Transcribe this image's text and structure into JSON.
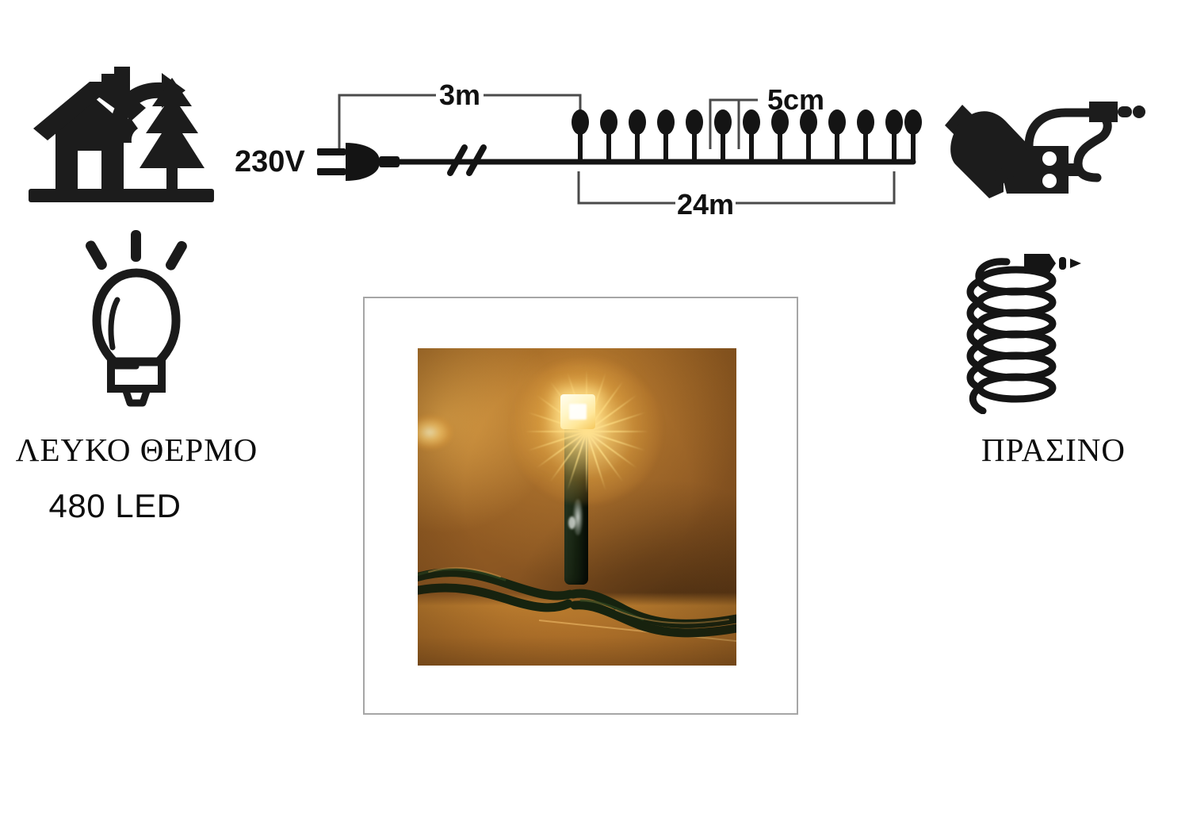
{
  "product": {
    "type": "led-string-light-infographic",
    "led_color_label": "ΛΕΥΚΟ ΘΕΡΜΟ",
    "led_count_label": "480 LED",
    "cable_color_label": "ΠΡΑΣΙΝΟ"
  },
  "diagram": {
    "voltage_label": "230V",
    "lead_length_label": "3m",
    "spacing_label": "5cm",
    "lit_length_label": "24m",
    "bulb_count_drawn": 13,
    "has_cable_break_mark": true,
    "plug_type": "european-two-pin"
  },
  "icons": {
    "outdoor": "house-tree-outdoor-icon",
    "bulb": "light-bulb-icon",
    "connector": "hand-holding-connector-icon",
    "coil": "coiled-cable-icon"
  },
  "photo": {
    "alt": "close-up-of-lit-warm-white-led-on-green-cable",
    "background_color": "#9a6124",
    "led_glow_color": "#fff2b4",
    "cable_color": "#16230f"
  },
  "colors": {
    "ink": "#0d0d0d",
    "line": "#111111",
    "frame_border": "#a6a6a6",
    "page_background": "#ffffff"
  }
}
